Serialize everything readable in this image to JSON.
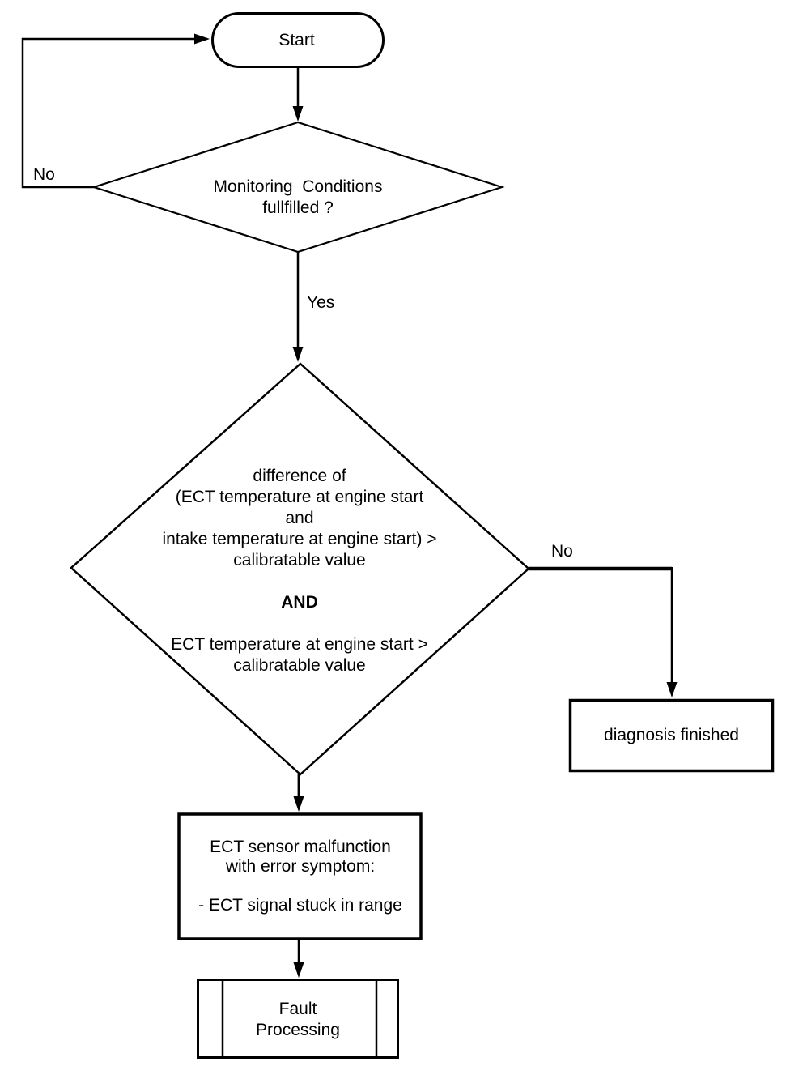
{
  "flowchart": {
    "start": {
      "label": "Start"
    },
    "monitoring_decision": {
      "lines": [
        "Monitoring  Conditions",
        "fullfilled ?"
      ],
      "no_label": "No",
      "yes_label": "Yes"
    },
    "ect_decision": {
      "lines": [
        "difference of",
        "(ECT temperature at engine start",
        "and",
        "intake temperature at engine start) >",
        "calibratable value",
        "",
        "AND",
        "",
        "ECT temperature at engine start >",
        "calibratable value"
      ],
      "no_label": "No"
    },
    "diagnosis_finished": {
      "label": "diagnosis finished"
    },
    "malfunction": {
      "lines": [
        "ECT sensor malfunction",
        "with error symptom:",
        "",
        "- ECT signal stuck in range"
      ]
    },
    "fault_processing": {
      "lines": [
        "Fault",
        "Processing"
      ]
    },
    "colors": {
      "line": "#000000",
      "background": "#ffffff",
      "text": "#000000"
    }
  }
}
